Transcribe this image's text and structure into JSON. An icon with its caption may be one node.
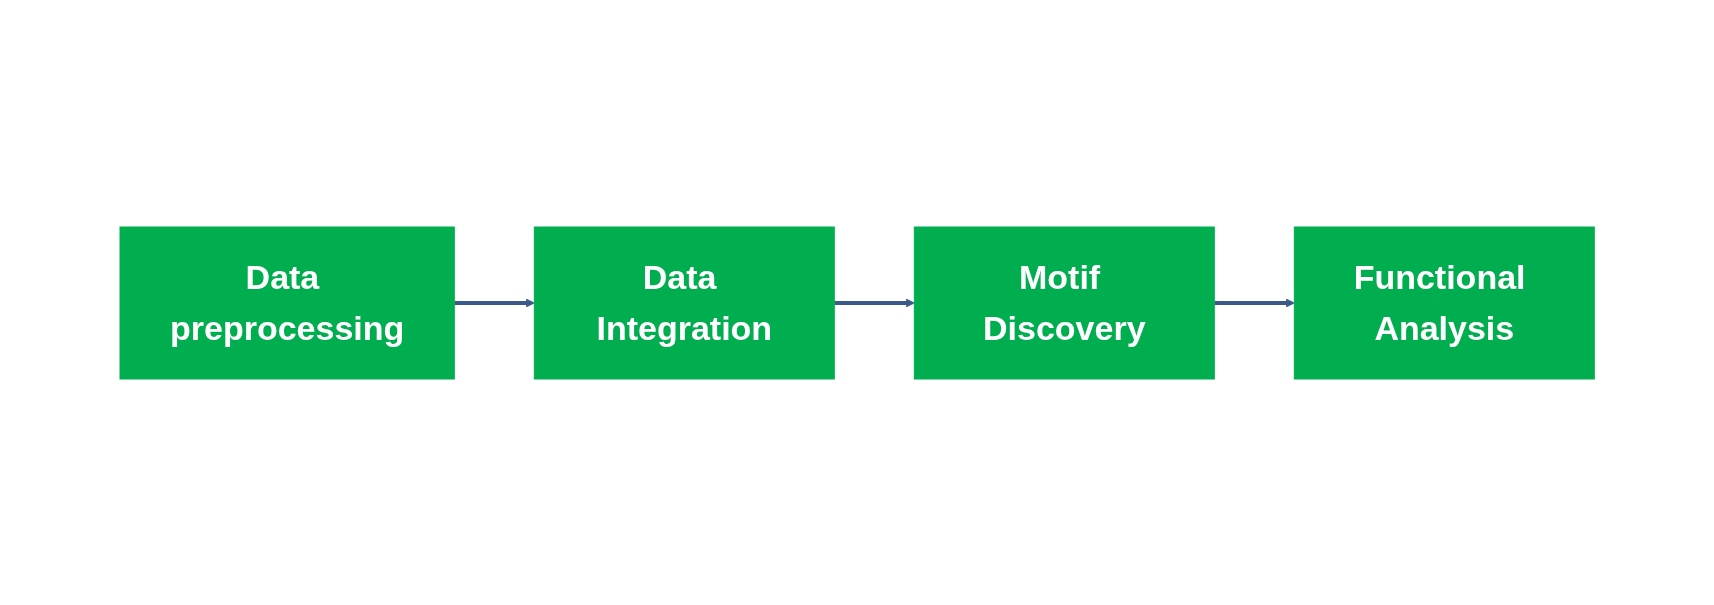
{
  "diagram": {
    "nodes": [
      {
        "text": [
          "Data preprocessing"
        ]
      },
      {
        "text": [
          "Data Integration"
        ]
      },
      {
        "text": [
          "Functional Analysis"
        ]
      },
      {
        "text": [
          "Motif Discovery"
        ]
      }
    ],
    "edges": [
      {
        "from": 0,
        "to": 1,
        "arrow": "to"
      },
      {
        "from": 1,
        "to": 3,
        "arrow": "to"
      },
      {
        "from": 3,
        "to": 2,
        "arrow": "to"
      }
    ]
  }
}
